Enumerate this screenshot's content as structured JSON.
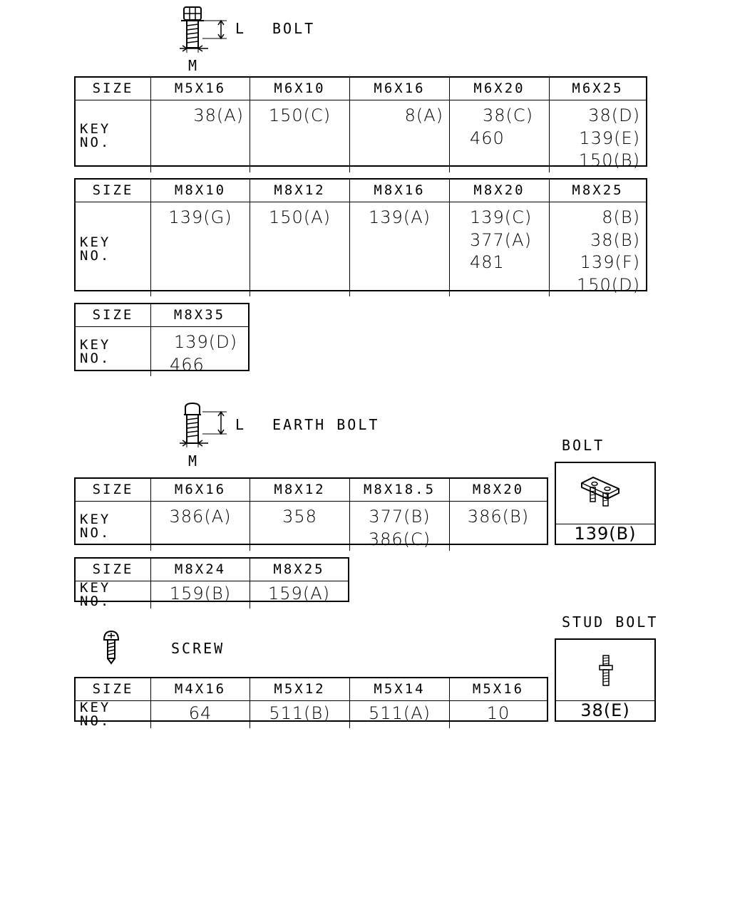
{
  "sections": {
    "bolt": {
      "title": "BOLT",
      "dim_l": "L",
      "dim_m": "M",
      "tables": [
        {
          "header_label": "SIZE",
          "row_label": "KEY NO.",
          "columns": [
            {
              "size": "M5X16",
              "keys": [
                "38(A)"
              ]
            },
            {
              "size": "M6X10",
              "keys": [
                "150(C)"
              ]
            },
            {
              "size": "M6X16",
              "keys": [
                "8(A)"
              ]
            },
            {
              "size": "M6X20",
              "keys": [
                "38(C)",
                "460"
              ]
            },
            {
              "size": "M6X25",
              "keys": [
                "38(D)",
                "139(E)",
                "150(B)"
              ]
            }
          ]
        },
        {
          "header_label": "SIZE",
          "row_label": "KEY NO.",
          "columns": [
            {
              "size": "M8X10",
              "keys": [
                "139(G)"
              ]
            },
            {
              "size": "M8X12",
              "keys": [
                "150(A)"
              ]
            },
            {
              "size": "M8X16",
              "keys": [
                "139(A)"
              ]
            },
            {
              "size": "M8X20",
              "keys": [
                "139(C)",
                "377(A)",
                "481"
              ]
            },
            {
              "size": "M8X25",
              "keys": [
                "8(B)",
                "38(B)",
                "139(F)",
                "150(D)"
              ]
            }
          ]
        },
        {
          "header_label": "SIZE",
          "row_label": "KEY NO.",
          "columns": [
            {
              "size": "M8X35",
              "keys": [
                "139(D)",
                "466"
              ]
            }
          ]
        }
      ]
    },
    "earth_bolt": {
      "title": "EARTH BOLT",
      "dim_l": "L",
      "dim_m": "M",
      "tables": [
        {
          "header_label": "SIZE",
          "row_label": "KEY NO.",
          "columns": [
            {
              "size": "M6X16",
              "keys": [
                "386(A)"
              ]
            },
            {
              "size": "M8X12",
              "keys": [
                "358"
              ]
            },
            {
              "size": "M8X18.5",
              "keys": [
                "377(B)",
                "386(C)"
              ]
            },
            {
              "size": "M8X20",
              "keys": [
                "386(B)"
              ]
            }
          ]
        },
        {
          "header_label": "SIZE",
          "row_label": "KEY NO.",
          "columns": [
            {
              "size": "M8X24",
              "keys": [
                "159(B)"
              ]
            },
            {
              "size": "M8X25",
              "keys": [
                "159(A)"
              ]
            }
          ]
        }
      ]
    },
    "special_bolt": {
      "title": "BOLT",
      "key": "139(B)"
    },
    "screw": {
      "title": "SCREW",
      "table": {
        "header_label": "SIZE",
        "row_label": "KEY NO.",
        "columns": [
          {
            "size": "M4X16",
            "keys": [
              "64"
            ]
          },
          {
            "size": "M5X12",
            "keys": [
              "511(B)"
            ]
          },
          {
            "size": "M5X14",
            "keys": [
              "511(A)"
            ]
          },
          {
            "size": "M5X16",
            "keys": [
              "10"
            ]
          }
        ]
      }
    },
    "stud_bolt": {
      "title": "STUD BOLT",
      "key": "38(E)"
    }
  }
}
